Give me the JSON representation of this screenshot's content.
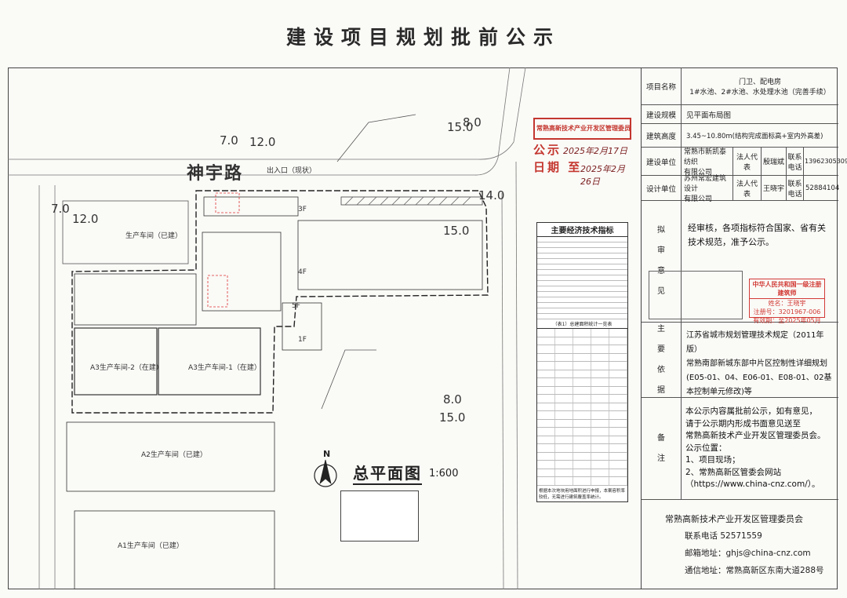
{
  "document": {
    "title": "建设项目规划批前公示"
  },
  "plan": {
    "road_name": "神宇路",
    "title": "总平面图",
    "scale": "1:600",
    "dims": {
      "d1": "7.0",
      "d2": "12.0",
      "d3": "7.0",
      "d4": "12.0",
      "d5": "15.0",
      "d6": "8.0",
      "d7": "15.0",
      "d8": "8.0",
      "d9": "15.0",
      "d10": "14.0"
    },
    "entrance": "出入口（现状）",
    "buildings": {
      "a3_2": "A3生产车间-2（在建）",
      "a3_1": "A3生产车间-1（在建）",
      "a2": "A2生产车间（已建）",
      "a1": "A1生产车间（已建）",
      "prod_1": "生产车间（已建）",
      "h_3f": "3F",
      "h_4f": "4F",
      "h_5f": "5F",
      "h_1f": "1F"
    },
    "tech": {
      "title": "主要经济技术指标",
      "subtitle": "（表1）总建面积统计一览表",
      "note": "根据本次地块用地面积进行申报，本案容积率较低，无需进行建筑覆盖率统计。"
    }
  },
  "stamp": {
    "vertical": "常熟高新技术产业开发区管理委员会公示专用章",
    "line1_label": "公示",
    "line1_value": "2025年2月17日",
    "line2_label": "日期 至",
    "line2_value": "2025年2月26日"
  },
  "info": {
    "project_label": "项目名称",
    "project_value": "门卫、配电房\n1#水池、2#水池、水处理水池（完善手续）",
    "scale_label": "建设规模",
    "scale_value": "见平面布局图",
    "height_label": "建筑高度",
    "height_value": "3.45~10.80m(结构完成面标高+室内外高差)",
    "builder_label": "建设单位",
    "builder_value": "常熟市新凯泰纺织\n有限公司",
    "legal_label": "法人代表",
    "builder_legal": "殷瑞斌",
    "phone_label": "联系\n电话",
    "builder_phone": "13962305309",
    "designer_label": "设计单位",
    "designer_value": "苏州常宏建筑设计\n有限公司",
    "designer_legal": "王晓宇",
    "designer_phone": "52884104",
    "opinion_label": "拟\n审\n意\n见",
    "opinion_text": "经审核，各项指标符合国家、省有关技术规范，准予公示。",
    "basis_label": "主\n要\n依\n据",
    "basis_text": "江苏省城市规划管理技术规定（2011年版）\n常熟南部新城东部中片区控制性详细规划\n(E05-01、04、E06-01、E08-01、02基本控制单元修改)等",
    "remark_label": "备\n注",
    "remark_text": "本公示内容属批前公示，如有意见，\n请于公示期内形成书面意见送至\n常熟高新技术产业开发区管理委员会。\n公示位置：\n1、项目现场；\n2、常熟高新区管委会网站\n（https://www.china-cnz.com/）。",
    "red_stamp_title": "中华人民共和国一级注册建筑师",
    "red_stamp_name": "姓名：王晓宇",
    "red_stamp_no": "注册号：3201967-006",
    "red_stamp_date": "有效期：至2025年05月",
    "org": "常熟高新技术产业开发区管理委员会",
    "phone": "联系电话    52571559",
    "email": "邮箱地址：ghjs@china-cnz.com",
    "address": "通信地址：常熟高新区东南大道288号"
  }
}
